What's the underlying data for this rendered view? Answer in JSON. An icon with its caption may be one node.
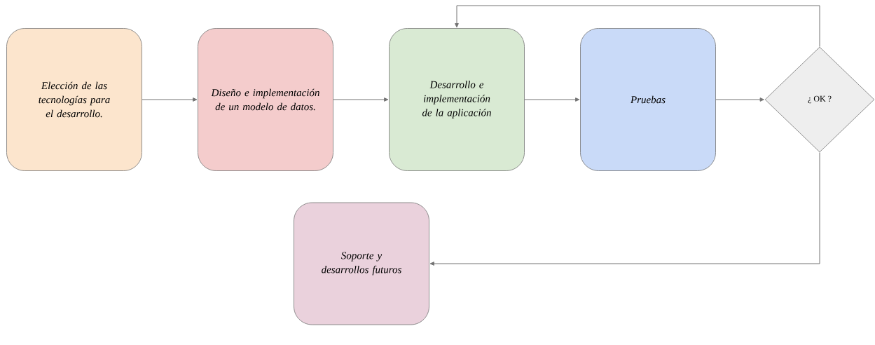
{
  "diagram": {
    "nodes": [
      {
        "text": [
          "Elección de las tecnologías para el desarrollo."
        ]
      },
      {
        "text": [
          "Diseño e implementación de un modelo de datos."
        ]
      },
      {
        "text": [
          "Desarrollo e implementación de la aplicación"
        ]
      },
      {
        "text": [
          "Pruebas"
        ]
      },
      {
        "text": [
          "¿ OK ?"
        ]
      },
      {
        "text": [
          "Soporte y desarrollos futuros"
        ]
      }
    ],
    "edges": [
      {
        "from": 0,
        "to": 1,
        "arrow": "to"
      },
      {
        "from": 1,
        "to": 2,
        "arrow": "to"
      },
      {
        "from": 2,
        "to": 3,
        "arrow": "to"
      },
      {
        "from": 3,
        "to": 4,
        "arrow": "to"
      },
      {
        "from": 4,
        "to": 2,
        "arrow": "to"
      },
      {
        "from": 4,
        "to": 5,
        "arrow": "to"
      }
    ]
  }
}
